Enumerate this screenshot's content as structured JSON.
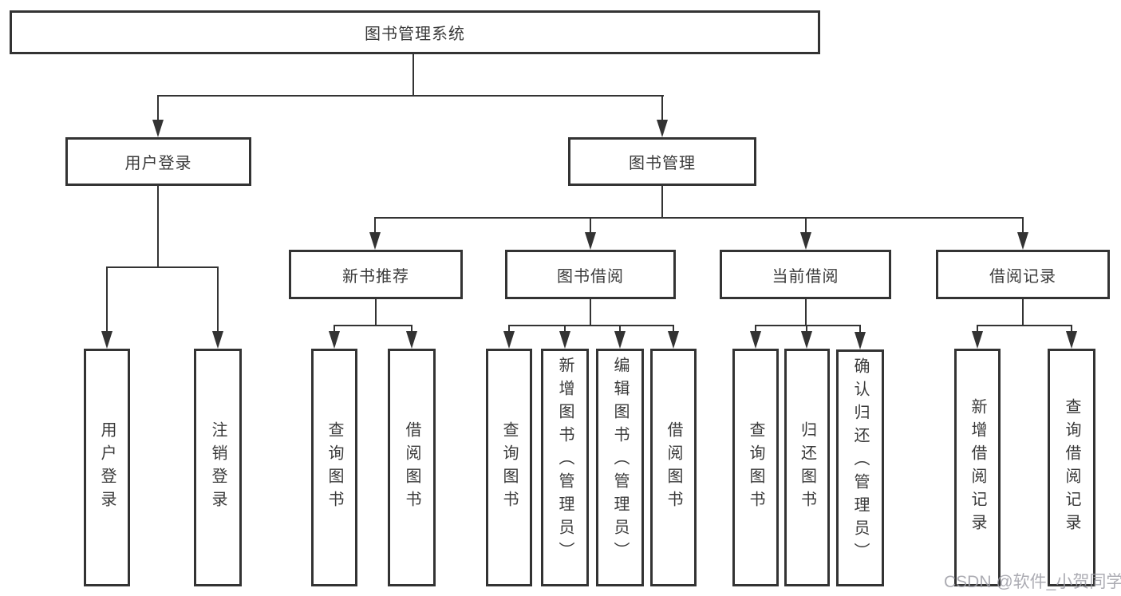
{
  "diagram_type": "hierarchy-tree",
  "colors": {
    "background": "#ffffff",
    "line": "#333333",
    "box_border": "#333333",
    "text": "#3a3a3a",
    "watermark": "#9e9ea6"
  },
  "tree": {
    "label": "图书管理系统",
    "children": [
      {
        "label": "用户登录",
        "children": [
          {
            "label": "用户登录"
          },
          {
            "label": "注销登录"
          }
        ]
      },
      {
        "label": "图书管理",
        "children": [
          {
            "label": "新书推荐",
            "children": [
              {
                "label": "查询图书"
              },
              {
                "label": "借阅图书"
              }
            ]
          },
          {
            "label": "图书借阅",
            "children": [
              {
                "label": "查询图书"
              },
              {
                "label": "新增图书（管理员）"
              },
              {
                "label": "编辑图书（管理员）"
              },
              {
                "label": "借阅图书"
              }
            ]
          },
          {
            "label": "当前借阅",
            "children": [
              {
                "label": "查询图书"
              },
              {
                "label": "归还图书"
              },
              {
                "label": "确认归还（管理员）"
              }
            ]
          },
          {
            "label": "借阅记录",
            "children": [
              {
                "label": "新增借阅记录"
              },
              {
                "label": "查询借阅记录"
              }
            ]
          }
        ]
      }
    ]
  },
  "watermark": {
    "text": "CSDN @软件_小贺同学"
  }
}
